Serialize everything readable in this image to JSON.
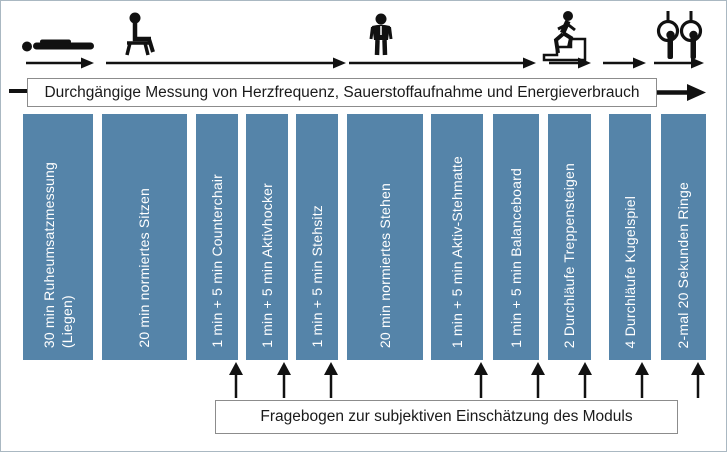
{
  "banner": {
    "text": "Durchgängige Messung von Herzfrequenz, Sauerstoffaufnahme und Energieverbrauch"
  },
  "questionnaire": {
    "text": "Fragebogen zur subjektiven Einschätzung des Moduls"
  },
  "bars": [
    {
      "label": "30 min Ruheumsatzmessung\n(Liegen)"
    },
    {
      "label": "20 min normiertes Sitzen"
    },
    {
      "label": "1 min + 5 min Counterchair"
    },
    {
      "label": "1 min + 5 min Aktivhocker"
    },
    {
      "label": "1 min + 5 min Stehsitz"
    },
    {
      "label": "20 min normiertes Stehen"
    },
    {
      "label": "1 min + 5 min Aktiv-Stehmatte"
    },
    {
      "label": "1 min + 5 min Balanceboard"
    },
    {
      "label": "2 Durchläufe Treppensteigen"
    },
    {
      "label": "4 Durchläufe Kugelspiel"
    },
    {
      "label": "2-mal 20 Sekunden Ringe"
    }
  ],
  "icons": [
    "lying-person-icon",
    "sitting-person-icon",
    "standing-person-icon",
    "stair-climbing-icon",
    "gymnastic-rings-icon"
  ],
  "colors": {
    "bar_blue": "#5584a9",
    "bar_text": "#ffffff",
    "icon_black": "#111111",
    "box_border": "#8c8c8c",
    "outer_border": "#aab8c2"
  }
}
